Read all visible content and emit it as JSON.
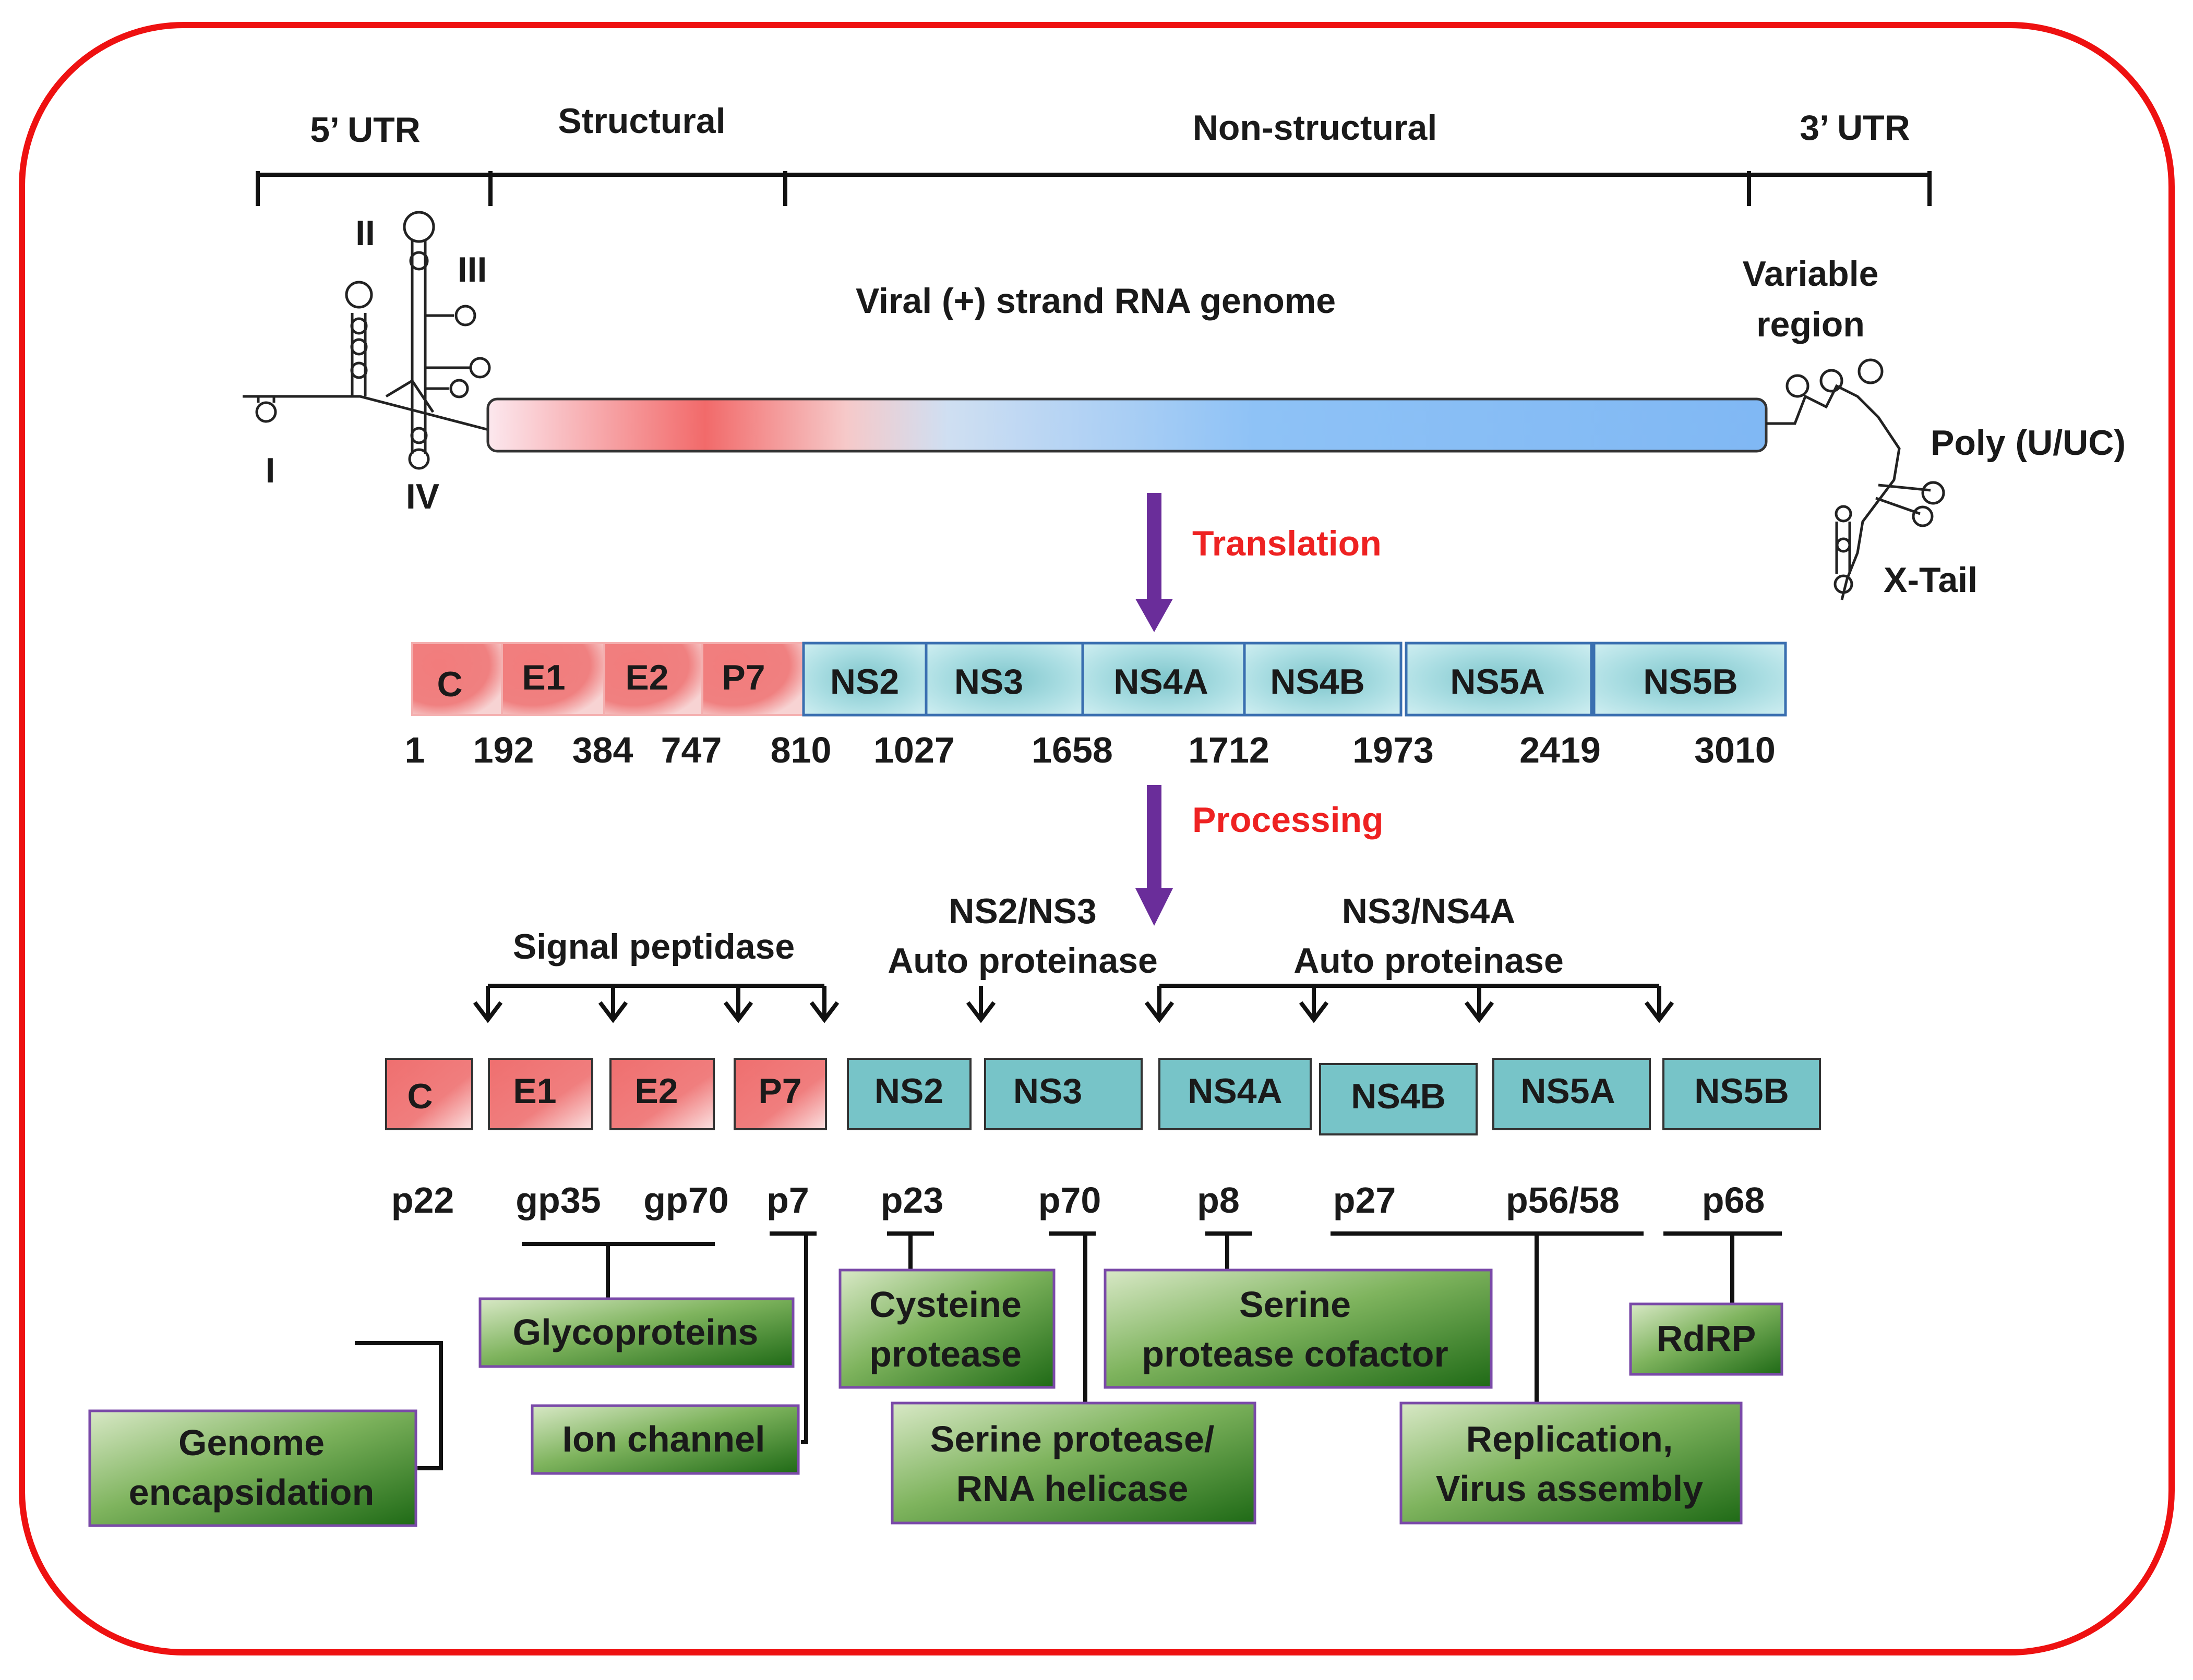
{
  "regions": {
    "utr5": "5’ UTR",
    "structural": "Structural",
    "nonstructural": "Non-structural",
    "utr3": "3’ UTR"
  },
  "ires_domains": {
    "d1": "I",
    "d2": "II",
    "d3": "III",
    "d4": "IV"
  },
  "genome_label": "Viral (+) strand RNA genome",
  "variable_region": {
    "line1": "Variable",
    "line2": "region"
  },
  "poly_label": "Poly (U/UC)",
  "xtail_label": "X-Tail",
  "translation_label": "Translation",
  "processing_label": "Processing",
  "polyprotein": [
    {
      "name": "C",
      "kind": "structural"
    },
    {
      "name": "E1",
      "kind": "structural"
    },
    {
      "name": "E2",
      "kind": "structural"
    },
    {
      "name": "P7",
      "kind": "structural"
    },
    {
      "name": "NS2",
      "kind": "nonstructural"
    },
    {
      "name": "NS3",
      "kind": "nonstructural"
    },
    {
      "name": "NS4A",
      "kind": "nonstructural"
    },
    {
      "name": "NS4B",
      "kind": "nonstructural"
    },
    {
      "name": "NS5A",
      "kind": "nonstructural"
    },
    {
      "name": "NS5B",
      "kind": "nonstructural"
    }
  ],
  "positions": [
    "1",
    "192",
    "384",
    "747",
    "810",
    "1027",
    "1658",
    "1712",
    "1973",
    "2419",
    "3010"
  ],
  "proteases": {
    "signal": "Signal peptidase",
    "ns2ns3_line1": "NS2/NS3",
    "ns2ns3_line2": "Auto proteinase",
    "ns3ns4a_line1": "NS3/NS4A",
    "ns3ns4a_line2": "Auto proteinase"
  },
  "mature_proteins": [
    {
      "name": "C",
      "product": "p22"
    },
    {
      "name": "E1",
      "product": "gp35"
    },
    {
      "name": "E2",
      "product": "gp70"
    },
    {
      "name": "P7",
      "product": "p7"
    },
    {
      "name": "NS2",
      "product": "p23"
    },
    {
      "name": "NS3",
      "product": "p70"
    },
    {
      "name": "NS4A",
      "product": "p8"
    },
    {
      "name": "NS4B",
      "product": "p27"
    },
    {
      "name": "NS5A",
      "product": "p56/58"
    },
    {
      "name": "NS5B",
      "product": "p68"
    }
  ],
  "functions": {
    "genome_l1": "Genome",
    "genome_l2": "encapsidation",
    "glyco": "Glycoproteins",
    "ion": "Ion channel",
    "cys_l1": "Cysteine",
    "cys_l2": "protease",
    "serhel_l1": "Serine protease/",
    "serhel_l2": "RNA helicase",
    "sercof_l1": "Serine",
    "sercof_l2": "protease cofactor",
    "repl_l1": "Replication,",
    "repl_l2": "Virus assembly",
    "rdrp": "RdRP"
  },
  "colors": {
    "frame": "#ee1111",
    "structural": "#f07c7c",
    "nonstructural": "#8fd0d6",
    "mature_nonstructural": "#77c4c8",
    "arrow": "#6a2d9a",
    "function_box_border": "#7a4aa8"
  }
}
